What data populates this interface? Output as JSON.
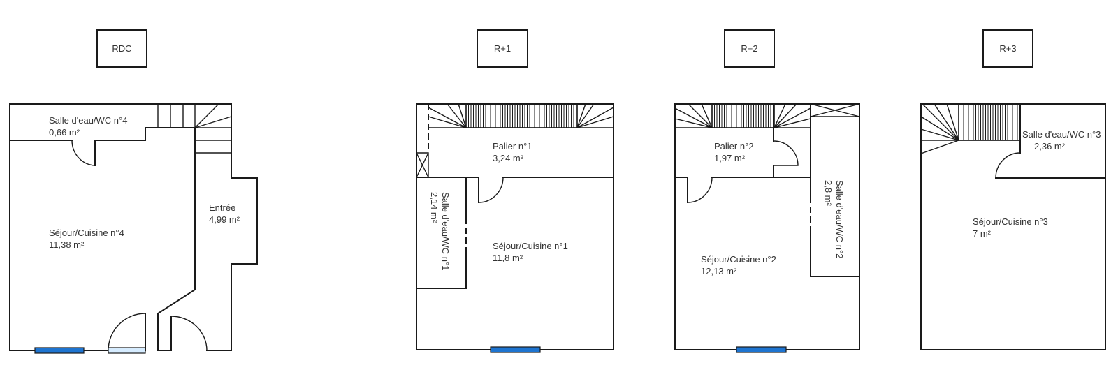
{
  "levels": [
    {
      "label": "RDC",
      "rooms": [
        {
          "name": "Salle d'eau/WC n°4",
          "area": "0,66  m²"
        },
        {
          "name": "Entrée",
          "area": "4,99  m²"
        },
        {
          "name": "Séjour/Cuisine n°4",
          "area": "11,38  m²"
        }
      ]
    },
    {
      "label": "R+1",
      "rooms": [
        {
          "name": "Palier n°1",
          "area": "3,24  m²"
        },
        {
          "name": "Salle d'eau/WC n°1",
          "area": "2,14  m²"
        },
        {
          "name": "Séjour/Cuisine n°1",
          "area": "11,8  m²"
        }
      ]
    },
    {
      "label": "R+2",
      "rooms": [
        {
          "name": "Palier n°2",
          "area": "1,97  m²"
        },
        {
          "name": "Salle d'eau/WC n°2",
          "area": "2,8  m²"
        },
        {
          "name": "Séjour/Cuisine n°2",
          "area": "12,13  m²"
        }
      ]
    },
    {
      "label": "R+3",
      "rooms": [
        {
          "name": "Salle d'eau/WC n°3",
          "area": "2,36  m²"
        },
        {
          "name": "Séjour/Cuisine n°3",
          "area": "7  m²"
        }
      ]
    }
  ],
  "colors": {
    "window": "#1e74d0",
    "glass_door": "#d6ecff"
  }
}
